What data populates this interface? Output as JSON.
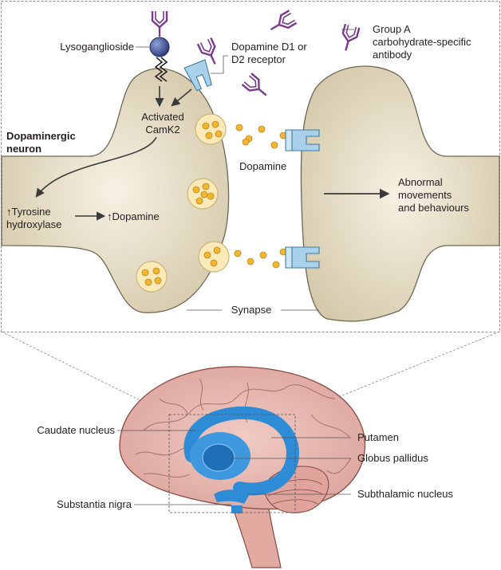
{
  "synapse_panel": {
    "labels": {
      "lysoganglioside": "Lysoganglioside",
      "receptor_line1": "Dopamine D1 or",
      "receptor_line2": "D2 receptor",
      "antibody_line1": "Group A",
      "antibody_line2": "carbohydrate-specific",
      "antibody_line3": "antibody",
      "camk2_line1": "Activated",
      "camk2_line2": "CamK2",
      "neuron_line1": "Dopaminergic",
      "neuron_line2": "neuron",
      "dopamine_cleft": "Dopamine",
      "tyrosine_line1": "↑Tyrosine",
      "tyrosine_line2": "hydroxylase",
      "dopamine_up": "↑Dopamine",
      "outcome_line1": "Abnormal",
      "outcome_line2": "movements",
      "outcome_line3": "and behaviours",
      "synapse": "Synapse"
    }
  },
  "brain_panel": {
    "labels": {
      "caudate": "Caudate nucleus",
      "putamen": "Putamen",
      "globus": "Globus pallidus",
      "subthalamic": "Subthalamic nucleus",
      "substantia": "Substantia nigra"
    }
  },
  "colors": {
    "neuron_fill": "#d8cdb0",
    "neuron_stroke": "#6f6655",
    "vesicle_fill": "#fbeab7",
    "dopamine_dot": "#f2b632",
    "receptor": "#a9d2ea",
    "antibody": "#7b3a8d",
    "lysoganglioside": "#3a4c8a",
    "brain_fill": "#e8b7b0",
    "basal_ganglia": "#2e8bd6",
    "frame": "#8a8a8a"
  },
  "icons": [
    "antibody-icon",
    "receptor-icon",
    "lysoganglioside-icon",
    "vesicle-icon",
    "brain-icon"
  ]
}
